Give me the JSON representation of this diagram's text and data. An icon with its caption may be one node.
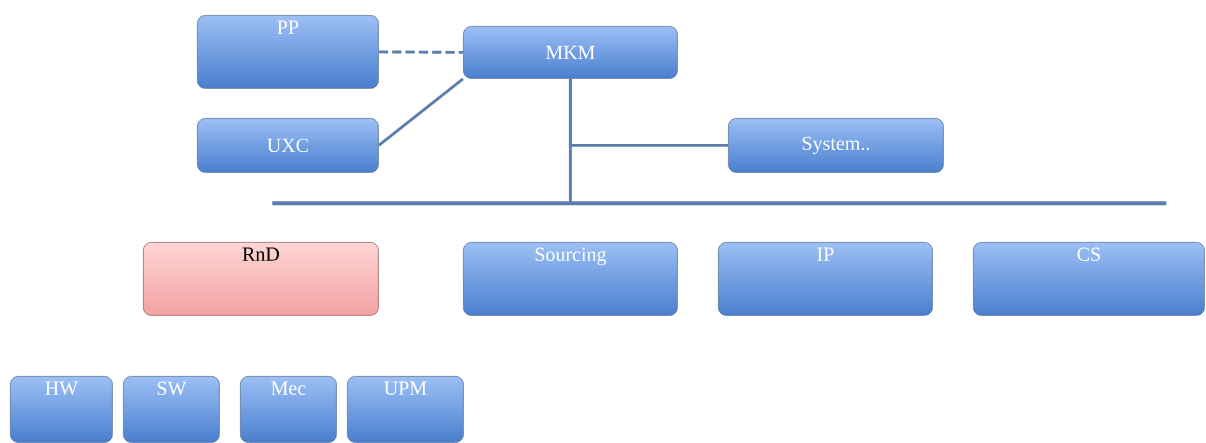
{
  "diagram": {
    "nodes": [
      {
        "text": [
          "PP"
        ]
      },
      {
        "text": [
          "MKM"
        ]
      },
      {
        "text": [
          "UXC"
        ]
      },
      {
        "text": [
          "System.."
        ]
      },
      {
        "text": [],
        "shape": "bar"
      },
      {
        "text": [
          "RnD"
        ]
      },
      {
        "text": [
          "Sourcing"
        ]
      },
      {
        "text": [
          "IP"
        ]
      },
      {
        "text": [
          "CS"
        ]
      },
      {
        "text": [
          "HW"
        ]
      },
      {
        "text": [
          "SW"
        ]
      },
      {
        "text": [
          "Mec"
        ]
      },
      {
        "text": [
          "UPM"
        ]
      }
    ],
    "edges": [
      {
        "from": 0,
        "to": 1,
        "arrow": "none",
        "style": "dashed"
      },
      {
        "from": 2,
        "to": 1,
        "arrow": "none"
      },
      {
        "from": 1,
        "to": 3,
        "arrow": "none"
      },
      {
        "from": 1,
        "to": 4,
        "arrow": "none"
      }
    ]
  }
}
